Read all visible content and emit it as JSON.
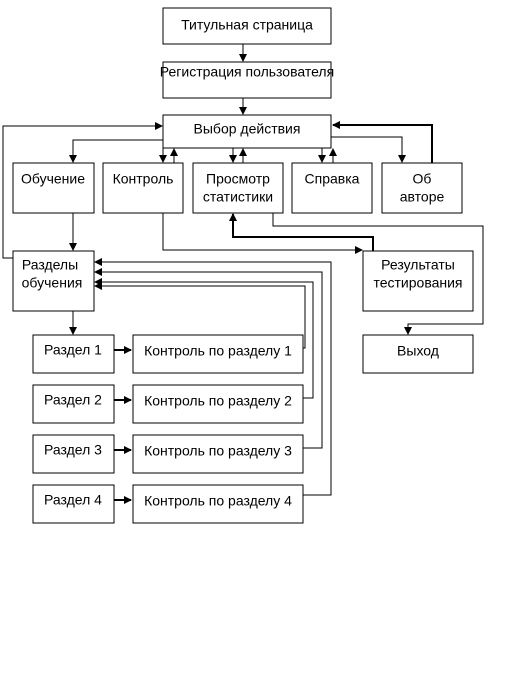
{
  "nodes": {
    "title": "Титульная страница",
    "registration": "Регистрация пользователя",
    "action_choice": "Выбор действия",
    "learning": "Обучение",
    "control": "Контроль",
    "statistics": [
      "Просмотр",
      "статистики"
    ],
    "help": "Справка",
    "about": [
      "Об",
      "авторе"
    ],
    "learning_sections": [
      "Разделы",
      "обучения"
    ],
    "test_results": [
      "Результаты",
      "тестирования"
    ],
    "exit": "Выход",
    "sections": [
      {
        "name": "Раздел 1",
        "control": "Контроль по разделу 1"
      },
      {
        "name": "Раздел 2",
        "control": "Контроль по разделу 2"
      },
      {
        "name": "Раздел 3",
        "control": "Контроль по разделу 3"
      },
      {
        "name": "Раздел 4",
        "control": "Контроль по разделу 4"
      }
    ]
  }
}
